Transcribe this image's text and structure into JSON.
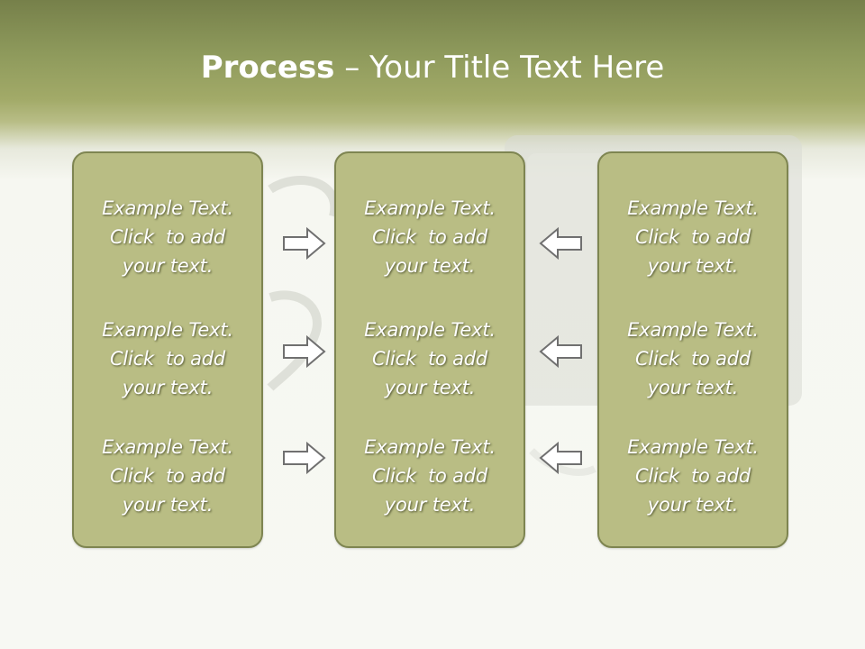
{
  "title": {
    "bold": "Process",
    "rest": " – Your Title Text Here"
  },
  "columns": [
    {
      "blocks": [
        {
          "line1": "Example Text.",
          "line2": "Click  to add",
          "line3": "your text."
        },
        {
          "line1": "Example Text.",
          "line2": "Click  to add",
          "line3": "your text."
        },
        {
          "line1": "Example Text.",
          "line2": "Click  to add",
          "line3": "your text."
        }
      ]
    },
    {
      "blocks": [
        {
          "line1": "Example Text.",
          "line2": "Click  to add",
          "line3": "your text."
        },
        {
          "line1": "Example Text.",
          "line2": "Click  to add",
          "line3": "your text."
        },
        {
          "line1": "Example Text.",
          "line2": "Click  to add",
          "line3": "your text."
        }
      ]
    },
    {
      "blocks": [
        {
          "line1": "Example Text.",
          "line2": "Click  to add",
          "line3": "your text."
        },
        {
          "line1": "Example Text.",
          "line2": "Click  to add",
          "line3": "your text."
        },
        {
          "line1": "Example Text.",
          "line2": "Click  to add",
          "line3": "your text."
        }
      ]
    }
  ],
  "arrows": {
    "left_group": "arrow-right-icon",
    "right_group": "arrow-left-icon"
  },
  "colors": {
    "header_dark": "#76804a",
    "box_fill": "#b9bd84",
    "box_border": "#7e8551",
    "text": "#ffffff",
    "arrow_fill": "#ffffff",
    "arrow_stroke": "#6f6f6f"
  }
}
